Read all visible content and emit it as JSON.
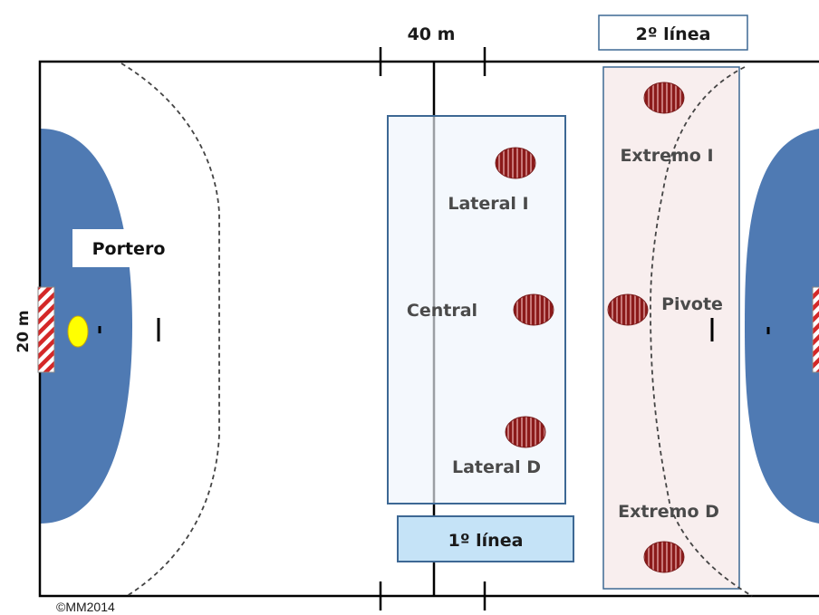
{
  "dimensions": {
    "length": "40 m",
    "width": "20 m"
  },
  "lines": {
    "first": "1º línea",
    "second": "2º línea"
  },
  "players": {
    "goalkeeper": "Portero",
    "left_back": "Lateral I",
    "center_back": "Central",
    "right_back": "Lateral D",
    "left_wing": "Extremo I",
    "pivot": "Pivote",
    "right_wing": "Extremo D"
  },
  "copyright": "©MM2014",
  "colors": {
    "goal_area": "#4f7ab3",
    "player_fill": "#8b1a1a",
    "player_stripe": "#c87878",
    "ball": "#ffff00",
    "first_line_zone": "#eef5fc",
    "second_line_zone": "#f8eeee",
    "first_line_label_bg": "#c5e3f7",
    "zone_border": "#3d6894",
    "label_text": "#4a4a4a"
  }
}
